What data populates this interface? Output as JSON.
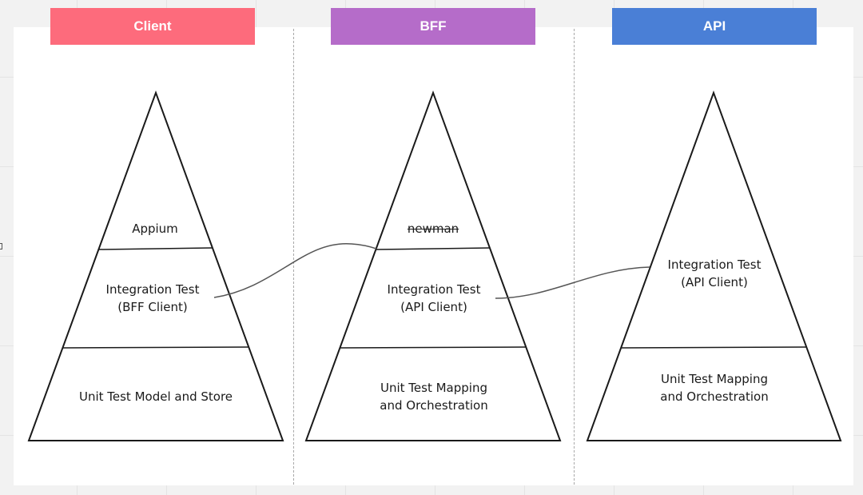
{
  "columns": [
    {
      "header": "Client",
      "color": "#fd6b7c",
      "layers": {
        "top": "Appium",
        "middle": [
          "Integration Test",
          "(BFF Client)"
        ],
        "bottom": [
          "Unit Test Model and Store"
        ]
      }
    },
    {
      "header": "BFF",
      "color": "#b56cc9",
      "layers": {
        "top": "newman",
        "middle": [
          "Integration Test",
          "(API Client)"
        ],
        "bottom": [
          "Unit Test Mapping",
          "and Orchestration"
        ]
      }
    },
    {
      "header": "API",
      "color": "#4a7fd6",
      "layers": {
        "middle": [
          "Integration Test",
          "(API Client)"
        ],
        "bottom": [
          "Unit Test Mapping",
          "and Orchestration"
        ]
      }
    }
  ],
  "connectors": [
    {
      "from": "client.integration-test",
      "to": "bff.newman-layer"
    },
    {
      "from": "bff.integration-test",
      "to": "api.integration-test"
    }
  ]
}
